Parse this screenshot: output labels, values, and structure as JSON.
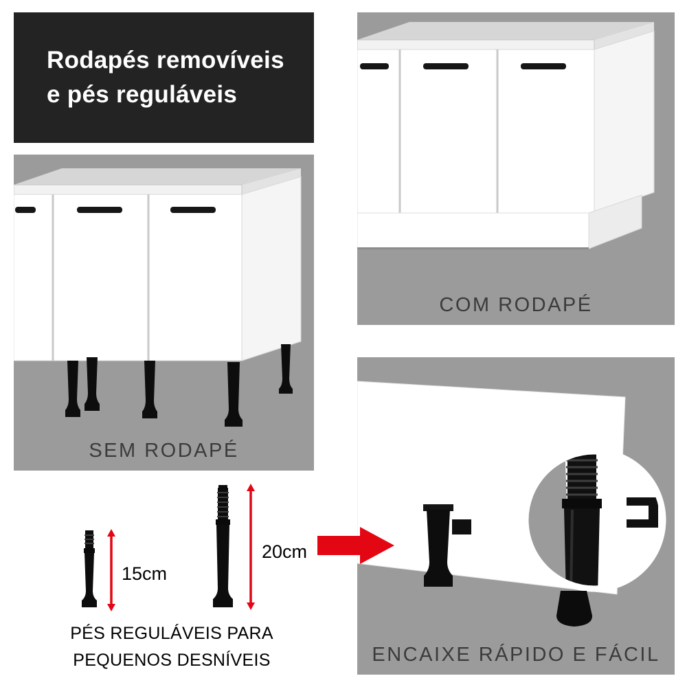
{
  "title": {
    "line1": "Rodapés removíveis",
    "line2": "e pés reguláveis"
  },
  "panels": {
    "com_rodape": {
      "label": "COM RODAPÉ"
    },
    "sem_rodape": {
      "label": "SEM RODAPÉ"
    },
    "encaixe": {
      "label": "ENCAIXE RÁPIDO E FÁCIL"
    }
  },
  "measurements": {
    "small_foot_height": "15cm",
    "large_foot_height": "20cm"
  },
  "caption": {
    "line1": "PÉS REGULÁVEIS PARA",
    "line2": "PEQUENOS DESNÍVEIS"
  },
  "icons": {
    "big_arrow": "red-arrow-right-icon",
    "measure_small": "measure-arrow-icon",
    "measure_large": "measure-arrow-icon",
    "magnifier": "zoom-circle-detail"
  },
  "colors": {
    "accent_red": "#e30613",
    "panel_gray": "#9b9b9b",
    "title_bg": "#232323",
    "label_color": "#3b3b3b",
    "foot_black": "#0d0d0d"
  }
}
